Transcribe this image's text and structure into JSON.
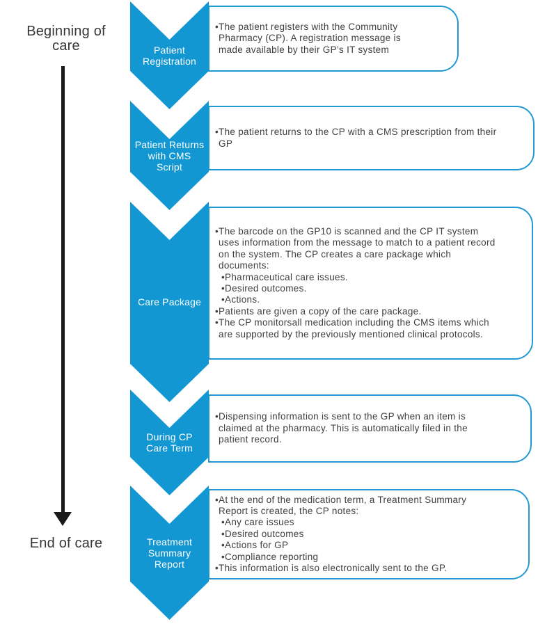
{
  "bullet_char": "•",
  "colors": {
    "chevron_blue": "#1297D3",
    "box_border_blue": "#2099D5",
    "body_text": "#3E3E3E",
    "label_text": "#FFFFFF",
    "timeline_black": "#1A1A1A",
    "background": "#FFFFFF"
  },
  "timeline": {
    "start_label": "Beginning of care",
    "end_label": "End of care",
    "arrow_icon": "down-arrow"
  },
  "sections": [
    {
      "label": "Patient Registration",
      "label_lines": [
        "Patient",
        "Registration"
      ],
      "bullets": [
        {
          "level": 1,
          "text": "The patient registers with the Community Pharmacy (CP). A registration message is made available by their GP’s IT system"
        }
      ]
    },
    {
      "label": "Patient Returns with CMS Script",
      "label_lines": [
        "Patient Returns",
        "with CMS",
        "Script"
      ],
      "bullets": [
        {
          "level": 1,
          "text": "The patient returns to the CP with a CMS prescription from their GP"
        }
      ]
    },
    {
      "label": "Care Package",
      "label_lines": [
        "Care Package"
      ],
      "bullets": [
        {
          "level": 1,
          "text": "The barcode on the GP10 is scanned and the CP IT system uses information from the message to match to a patient record on the system. The CP creates a care package which documents:"
        },
        {
          "level": 2,
          "text": "Pharmaceutical care issues."
        },
        {
          "level": 2,
          "text": "Desired outcomes."
        },
        {
          "level": 2,
          "text": "Actions."
        },
        {
          "level": 1,
          "text": "Patients are given a copy of the care package."
        },
        {
          "level": 1,
          "text": "The CP monitorsall medication including the CMS items which are supported by the previously mentioned clinical protocols."
        }
      ]
    },
    {
      "label": "During CP Care Term",
      "label_lines": [
        "During CP",
        "Care Term"
      ],
      "bullets": [
        {
          "level": 1,
          "text": "Dispensing information is sent to the GP when an item is claimed at the pharmacy. This is automatically filed in the patient record."
        }
      ]
    },
    {
      "label": "Treatment Summary Report",
      "label_lines": [
        "Treatment",
        "Summary",
        "Report"
      ],
      "bullets": [
        {
          "level": 1,
          "text": "At the end of the medication term, a Treatment Summary Report is created, the CP notes:"
        },
        {
          "level": 2,
          "text": "Any care issues"
        },
        {
          "level": 2,
          "text": "Desired outcomes"
        },
        {
          "level": 2,
          "text": "Actions for GP"
        },
        {
          "level": 2,
          "text": "Compliance reporting"
        },
        {
          "level": 1,
          "text": "This information is also electronically sent to the GP."
        }
      ]
    }
  ]
}
